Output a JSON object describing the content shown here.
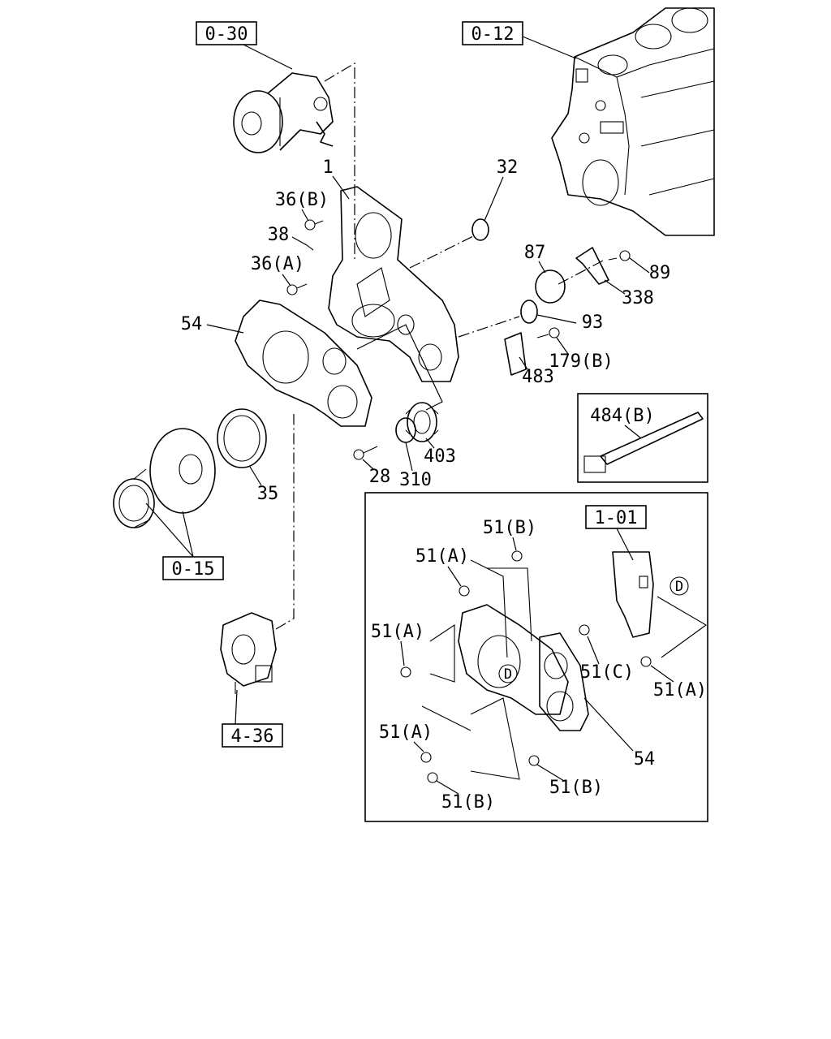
{
  "ref_boxes": {
    "r030": "0-30",
    "r012": "0-12",
    "r015": "0-15",
    "r436": "4-36",
    "r101": "1-01"
  },
  "callouts": {
    "p1": "1",
    "p32": "32",
    "p36b": "36(B)",
    "p38": "38",
    "p36a": "36(A)",
    "p54": "54",
    "p87": "87",
    "p89": "89",
    "p338": "338",
    "p93": "93",
    "p179b": "179(B)",
    "p483": "483",
    "p403": "403",
    "p28": "28",
    "p310": "310",
    "p35": "35",
    "p484b": "484(B)"
  },
  "inset": {
    "i51b_top": "51(B)",
    "i51a_top": "51(A)",
    "i51a_left": "51(A)",
    "i51c": "51(C)",
    "i51a_right": "51(A)",
    "i51a_bl": "51(A)",
    "i54": "54",
    "i51b_br": "51(B)",
    "i51b_bot": "51(B)",
    "circle_d": "D"
  }
}
